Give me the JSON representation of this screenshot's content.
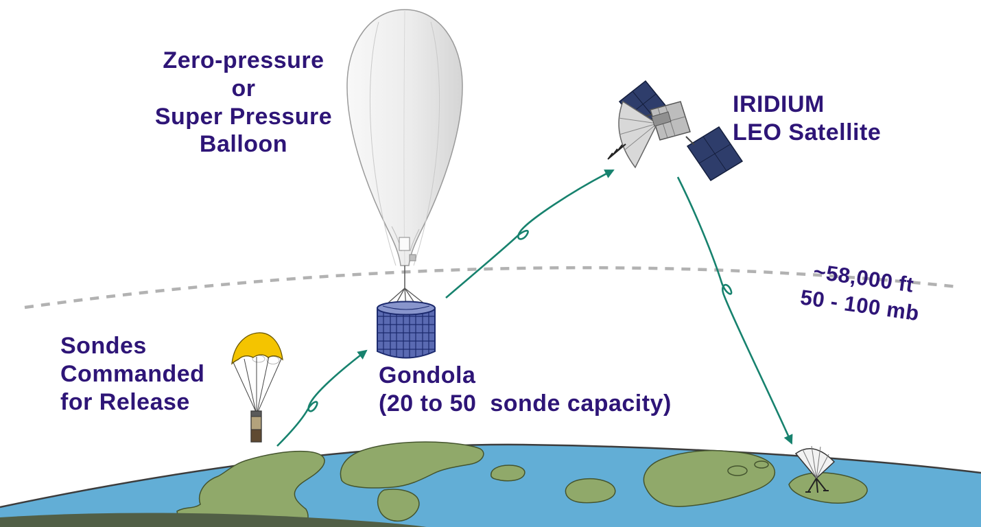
{
  "labels": {
    "balloon": "Zero-pressure\nor\nSuper Pressure\nBalloon",
    "satellite": "IRIDIUM\nLEO Satellite",
    "altitude": "~58,000 ft\n50 - 100 mb",
    "sondes": "Sondes\nCommanded\nfor Release",
    "gondola": "Gondola\n(20 to 50  sonde capacity)"
  },
  "icons": {
    "balloon": "zero-pressure-balloon",
    "gondola": "sonde-gondola-cylinder",
    "parachute_sonde": "sonde-descending-on-parachute",
    "satellite": "iridium-leo-satellite",
    "ground_station": "ground-receiving-dish",
    "earth": "earth-globe-horizon",
    "altitude_line": "float-altitude-dashed-line",
    "arrows": "telemetry-path-arrows"
  },
  "colors": {
    "label_text": "#2e1577",
    "arrow": "#17826e",
    "dashed_line": "#b2b2b2",
    "gondola_fill": "#5a6ab2",
    "parachute": "#f4c400",
    "solar_panel": "#2e3d6b",
    "ocean": "#62aed6",
    "land": "#90a96a"
  }
}
